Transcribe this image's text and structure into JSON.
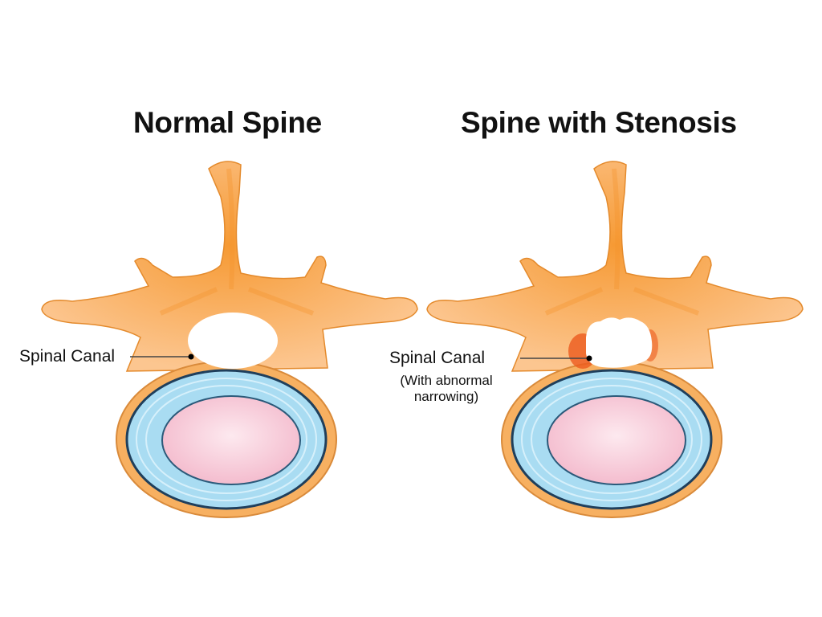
{
  "titles": {
    "normal": "Normal Spine",
    "stenosis": "Spine with Stenosis"
  },
  "labels": {
    "normal_canal": "Spinal Canal",
    "stenosis_canal": "Spinal Canal",
    "stenosis_note_line1": "(With abnormal",
    "stenosis_note_line2": "narrowing)"
  },
  "colors": {
    "bone": "#f8a54a",
    "bone_light": "#fbc98a",
    "annulus": "#a9dcf2",
    "nucleus": "#f7c6d4",
    "outline": "#2b4b6b",
    "inflammation": "#ec5a1e"
  }
}
